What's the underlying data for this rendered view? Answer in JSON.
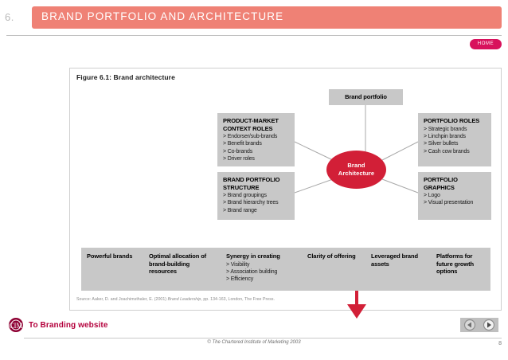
{
  "header": {
    "chapter_number": "6.",
    "title": "BRAND PORTFOLIO AND ARCHITECTURE",
    "home_label": "HOME",
    "bar_color": "#ef8175",
    "home_color": "#d8115c"
  },
  "figure": {
    "title": "Figure 6.1: Brand architecture",
    "center": {
      "line1": "Brand",
      "line2": "Architecture",
      "color": "#d21f37"
    },
    "top_node": {
      "title": "Brand portfolio"
    },
    "nodes": [
      {
        "id": "product-market-context-roles",
        "title_line1": "PRODUCT-MARKET",
        "title_line2": "CONTEXT ROLES",
        "items": [
          "> Endorser/sub-brands",
          "> Benefit brands",
          "> Co-brands",
          "> Driver roles"
        ]
      },
      {
        "id": "brand-portfolio-structure",
        "title_line1": "BRAND PORTFOLIO",
        "title_line2": "STRUCTURE",
        "items": [
          "> Brand groupings",
          "> Brand hierarchy trees",
          "> Brand range"
        ]
      },
      {
        "id": "portfolio-roles",
        "title_line1": "PORTFOLIO ROLES",
        "title_line2": "",
        "items": [
          "> Strategic brands",
          "> Linchpin brands",
          "> Silver bullets",
          "> Cash cow brands"
        ]
      },
      {
        "id": "portfolio-graphics",
        "title_line1": "PORTFOLIO",
        "title_line2": "GRAPHICS",
        "items": [
          "> Logo",
          "> Visual presentation"
        ]
      }
    ],
    "outcomes": [
      {
        "id": "powerful-brands",
        "title": "Powerful brands",
        "items": []
      },
      {
        "id": "optimal-allocation",
        "title": "Optimal allocation of brand-building resources",
        "items": []
      },
      {
        "id": "synergy-in-creating",
        "title": "Synergy in creating",
        "items": [
          "> Visibility",
          "> Association building",
          "> Efficiency"
        ]
      },
      {
        "id": "clarity-of-offering",
        "title": "Clarity of offering",
        "items": []
      },
      {
        "id": "leveraged-brand-assets",
        "title": "Leveraged brand assets",
        "items": []
      },
      {
        "id": "platforms-for-future-growth",
        "title": "Platforms for future growth options",
        "items": []
      }
    ],
    "source_prefix": "Source: Aaker, D. and Joachimsthaler, E. (2001) ",
    "source_italic": "Brand Leadership",
    "source_suffix": ", pp. 134-163, London, The Free Press."
  },
  "footer": {
    "branding_link_label": "To Branding website",
    "copyright": "© The Chartered Institute of Marketing 2003",
    "page_number": "8",
    "prev_icon": "previous-arrow-icon",
    "next_icon": "next-arrow-icon"
  }
}
